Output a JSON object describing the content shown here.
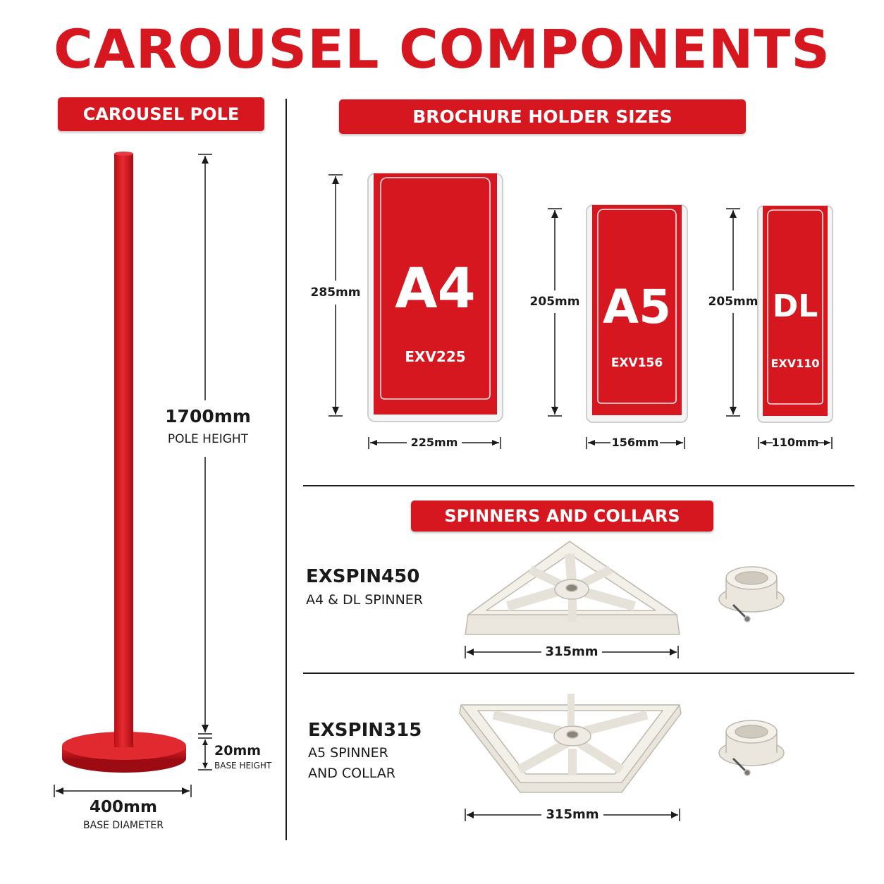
{
  "title": "CAROUSEL COMPONENTS",
  "colors": {
    "accent": "#d7171f",
    "spinner": "#e8e4dc",
    "ink": "#1a1a1a"
  },
  "pole_section": {
    "banner": "CAROUSEL POLE",
    "height_value": "1700mm",
    "height_label": "POLE HEIGHT",
    "base_height_value": "20mm",
    "base_height_label": "BASE HEIGHT",
    "base_diameter_value": "400mm",
    "base_diameter_label": "BASE DIAMETER"
  },
  "holders_section": {
    "banner": "BROCHURE HOLDER SIZES",
    "holders": [
      {
        "size": "A4",
        "code": "EXV225",
        "height": "285mm",
        "width": "225mm"
      },
      {
        "size": "A5",
        "code": "EXV156",
        "height": "205mm",
        "width": "156mm"
      },
      {
        "size": "DL",
        "code": "EXV110",
        "height": "205mm",
        "width": "110mm"
      }
    ]
  },
  "spinners_section": {
    "banner": "SPINNERS AND COLLARS",
    "items": [
      {
        "code": "EXSPIN450",
        "line1": "A4 & DL SPINNER",
        "line2": "",
        "width": "315mm",
        "icon": "triangular-spinner-icon"
      },
      {
        "code": "EXSPIN315",
        "line1": "A5 SPINNER",
        "line2": "AND COLLAR",
        "width": "315mm",
        "icon": "hexagonal-spinner-icon"
      }
    ]
  }
}
